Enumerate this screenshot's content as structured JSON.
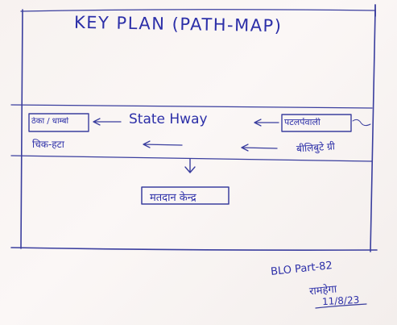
{
  "title": "KEY PLAN (PATH-MAP)",
  "road_label": "State Hway",
  "box_left": "ठेका / धाम्बो",
  "box_right": "पटलपेंवाली",
  "left_lower": "चिक-हटा",
  "right_lower": "बीलिबुटे ग्री",
  "destination": "मतदान केन्द्र",
  "signature": {
    "line1": "BLO Part-82",
    "line2": "रामहेगा",
    "date": "11/8/23"
  }
}
